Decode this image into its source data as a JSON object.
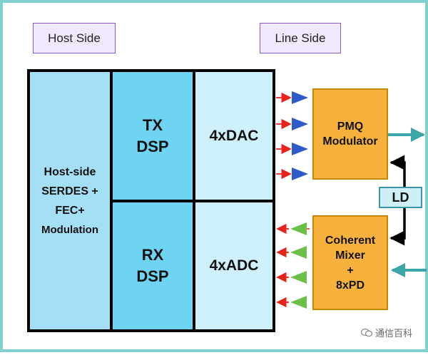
{
  "tags": {
    "host_side": "Host Side",
    "line_side": "Line Side"
  },
  "host_block": {
    "line1": "Host-side",
    "line2": "SERDES +",
    "line3": "FEC+",
    "line4": "Modulation"
  },
  "tx_dsp": {
    "line1": "TX",
    "line2": "DSP"
  },
  "rx_dsp": {
    "line1": "RX",
    "line2": "DSP"
  },
  "dac": "4xDAC",
  "adc": "4xADC",
  "modulator": {
    "line1": "PMQ",
    "line2": "Modulator"
  },
  "mixer": {
    "line1": "Coherent",
    "line2": "Mixer",
    "line3": "+",
    "line4": "8xPD"
  },
  "ld": "LD",
  "watermark": "通信百科",
  "colors": {
    "frame": "#7fcfcc",
    "tag_fill": "#f0e8fc",
    "tag_border": "#8a5ad0",
    "host_fill": "#a5dff5",
    "dsp_fill": "#6fd3f2",
    "converter_fill": "#cdf0fb",
    "optical_fill": "#f7b13d",
    "optical_border": "#c98700",
    "ld_fill": "#cfeff6",
    "ld_border": "#3a96a6",
    "red_arrow": "#e8231b",
    "tx_triangle": "#2d5cc9",
    "rx_triangle": "#6cc04a",
    "teal_arrow": "#3aa6a8"
  }
}
